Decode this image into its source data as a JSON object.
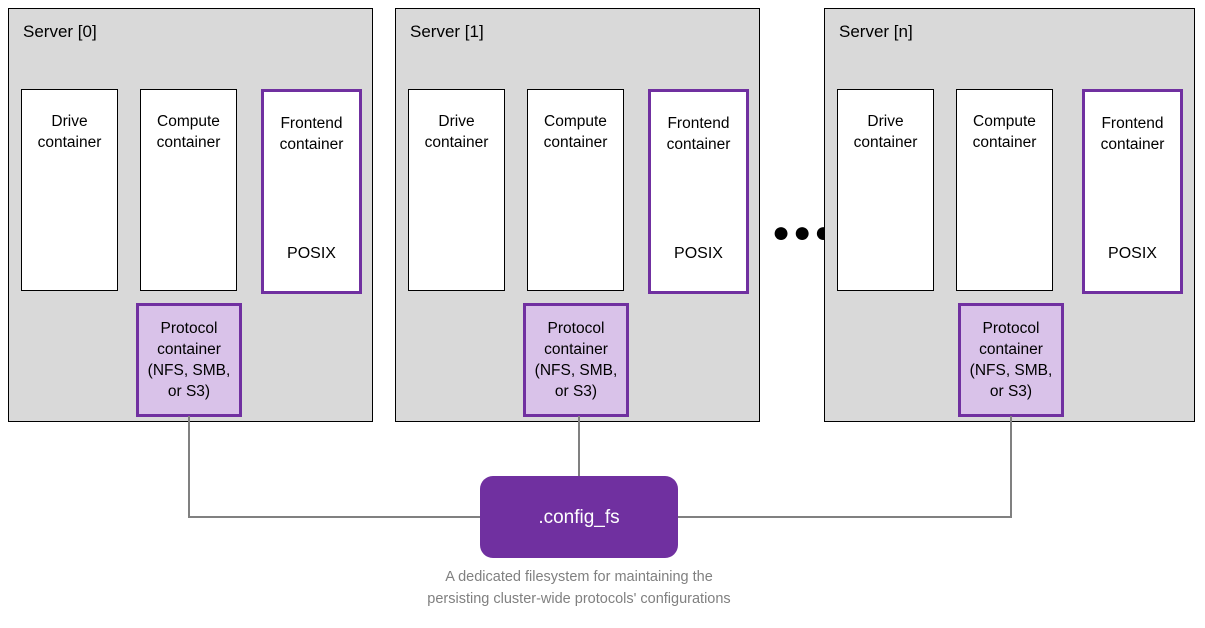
{
  "diagram": {
    "servers": [
      {
        "title": "Server [0]",
        "drive": {
          "label": "Drive\ncontainer"
        },
        "compute": {
          "label": "Compute\ncontainer"
        },
        "frontend": {
          "label": "Frontend\ncontainer",
          "sub": "POSIX"
        },
        "protocol": {
          "label": "Protocol\ncontainer\n(NFS, SMB,\nor S3)"
        }
      },
      {
        "title": "Server [1]",
        "drive": {
          "label": "Drive\ncontainer"
        },
        "compute": {
          "label": "Compute\ncontainer"
        },
        "frontend": {
          "label": "Frontend\ncontainer",
          "sub": "POSIX"
        },
        "protocol": {
          "label": "Protocol\ncontainer\n(NFS, SMB,\nor S3)"
        }
      },
      {
        "title": "Server [n]",
        "drive": {
          "label": "Drive\ncontainer"
        },
        "compute": {
          "label": "Compute\ncontainer"
        },
        "frontend": {
          "label": "Frontend\ncontainer",
          "sub": "POSIX"
        },
        "protocol": {
          "label": "Protocol\ncontainer\n(NFS, SMB,\nor S3)"
        }
      }
    ],
    "ellipsis": "●●●",
    "config_fs": {
      "label": ".config_fs"
    },
    "caption": "A dedicated filesystem for maintaining the\npersisting cluster-wide protocols' configurations",
    "colors": {
      "panel_fill": "#d9d9d9",
      "panel_border": "#000000",
      "accent_purple": "#7030a0",
      "protocol_fill": "#d9c2e9",
      "connector_gray": "#808080",
      "caption_gray": "#808080",
      "container_fill": "#ffffff"
    }
  }
}
